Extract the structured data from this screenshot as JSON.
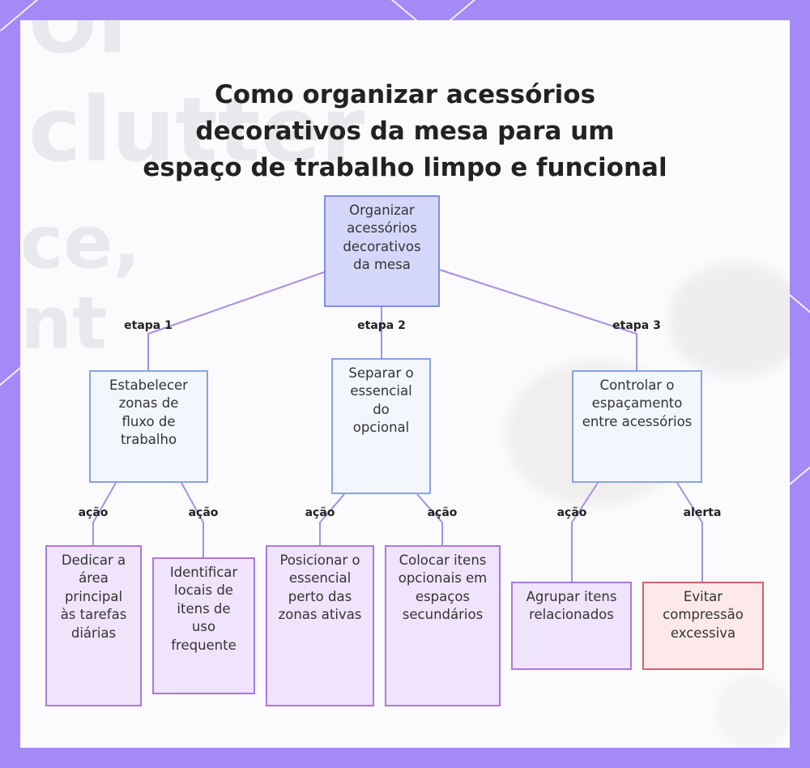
{
  "title": "Como organizar acessórios decorativos da mesa para um espaço de trabalho limpo e funcional",
  "colors": {
    "frame": "#a38af7",
    "edge": "#a98ee6",
    "root_fill": "#d4d7fa",
    "step_fill": "#f3f6fd",
    "action_fill": "#f0e4fc",
    "alert_fill": "#fde9ea",
    "alert_border": "#d8616a"
  },
  "diagram": {
    "nodes": [
      {
        "id": "root",
        "kind": "root",
        "text": "Organizar acessórios decorativos da mesa"
      },
      {
        "id": "s1",
        "kind": "step",
        "text": "Estabelecer zonas de fluxo de trabalho"
      },
      {
        "id": "s2",
        "kind": "step",
        "text": "Separar o essencial do opcional"
      },
      {
        "id": "s3",
        "kind": "step",
        "text": "Controlar o espaçamento entre acessórios"
      },
      {
        "id": "a1",
        "kind": "action",
        "text": "Dedicar a área principal às tarefas diárias"
      },
      {
        "id": "a2",
        "kind": "action",
        "text": "Identificar locais de itens de uso frequente"
      },
      {
        "id": "a3",
        "kind": "action",
        "text": "Posicionar o essencial perto das zonas ativas"
      },
      {
        "id": "a4",
        "kind": "action",
        "text": "Colocar itens opcionais em espaços secundários"
      },
      {
        "id": "a5",
        "kind": "action",
        "text": "Agrupar itens relacionados"
      },
      {
        "id": "a6",
        "kind": "alert",
        "text": "Evitar compressão excessiva"
      }
    ],
    "edges": [
      {
        "from": "root",
        "to": "s1",
        "label": "etapa 1"
      },
      {
        "from": "root",
        "to": "s2",
        "label": "etapa 2"
      },
      {
        "from": "root",
        "to": "s3",
        "label": "etapa 3"
      },
      {
        "from": "s1",
        "to": "a1",
        "label": "ação"
      },
      {
        "from": "s1",
        "to": "a2",
        "label": "ação"
      },
      {
        "from": "s2",
        "to": "a3",
        "label": "ação"
      },
      {
        "from": "s2",
        "to": "a4",
        "label": "ação"
      },
      {
        "from": "s3",
        "to": "a5",
        "label": "ação"
      },
      {
        "from": "s3",
        "to": "a6",
        "label": "alerta"
      }
    ]
  }
}
